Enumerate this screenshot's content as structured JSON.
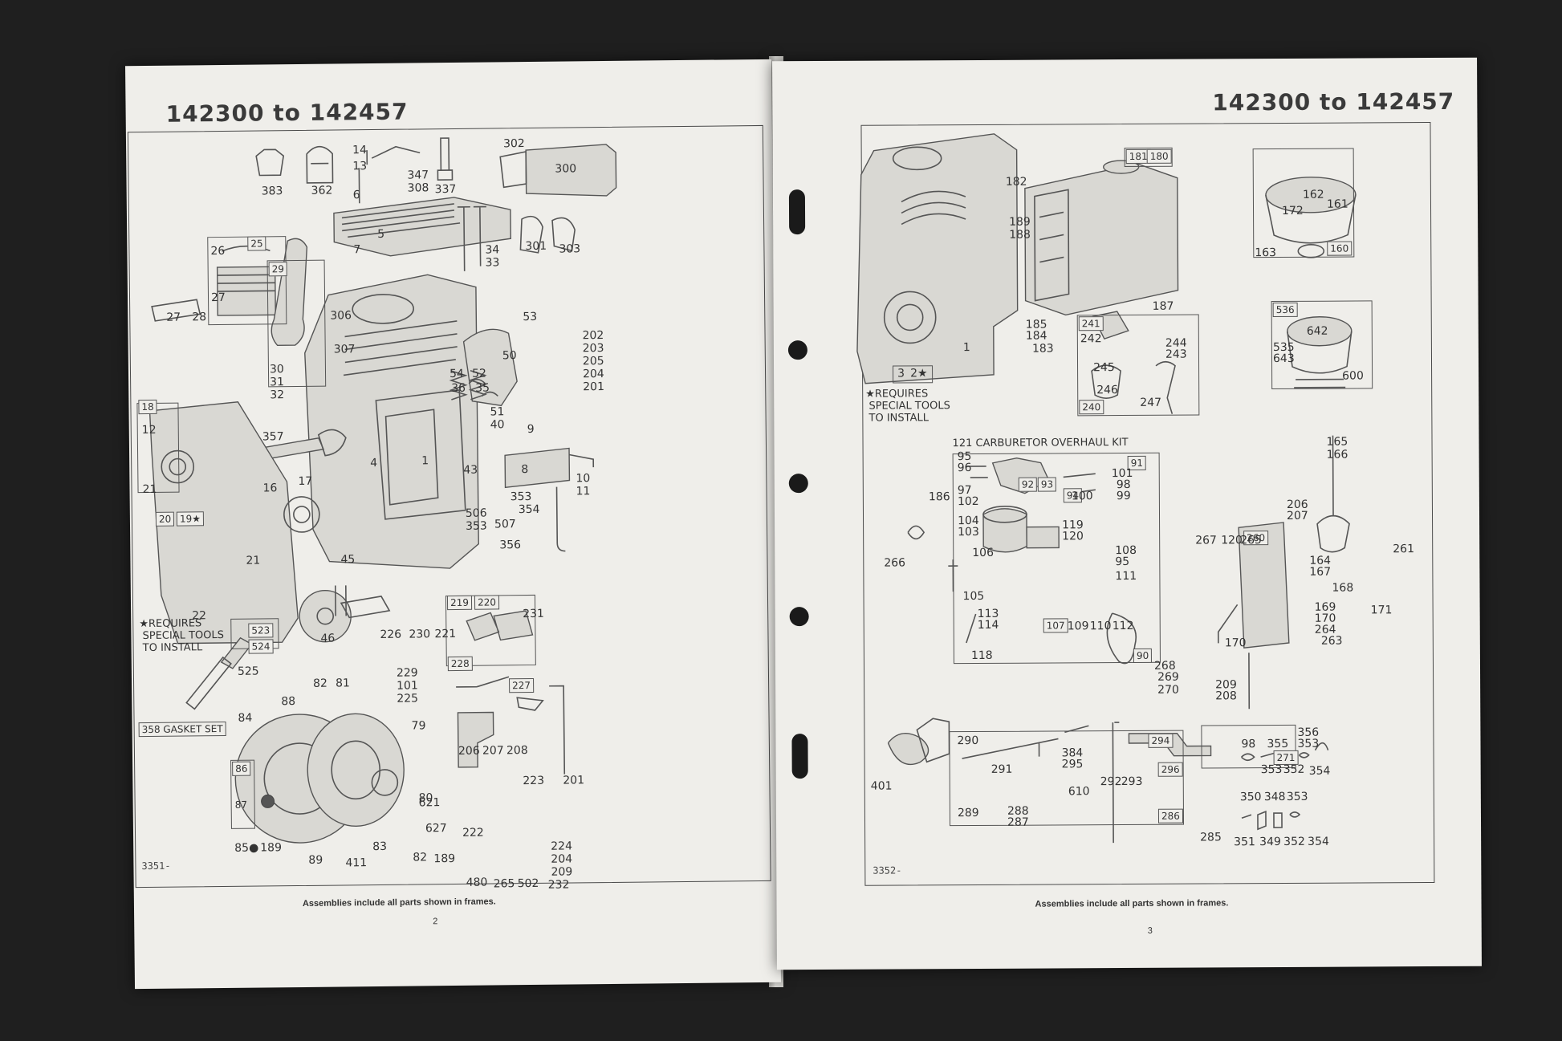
{
  "colors": {
    "background": "#1f1f1f",
    "paper": "#efeeea",
    "ink": "#3a3a3a"
  },
  "left": {
    "header": "142300 to 142457",
    "frames": {
      "f25": "25",
      "f29": "29",
      "f18": "18",
      "f20": "20",
      "f19": "19★",
      "f523": "523",
      "f524": "524",
      "f219": "219",
      "f220": "220",
      "f227": "227",
      "f228": "228",
      "f86": "86",
      "f87": "87",
      "f4": "4",
      "f8": "8",
      "f1": "1",
      "f5": "5"
    },
    "gasket_set": "358 GASKET SET",
    "note": "★REQUIRES\n SPECIAL TOOLS\n TO INSTALL",
    "labels": {
      "l383": "383",
      "l362": "362",
      "l14": "14",
      "l13": "13",
      "l6": "6",
      "l7": "7",
      "l347": "347",
      "l308": "308",
      "l337": "337",
      "l302": "302",
      "l300": "300",
      "l301": "301",
      "l303": "303",
      "l34": "34",
      "l33": "33",
      "l26": "26",
      "l27a": "27",
      "l27b": "27",
      "l28": "28",
      "l306": "306",
      "l307": "307",
      "l30": "30",
      "l31": "31",
      "l32": "32",
      "l53": "53",
      "l202": "202",
      "l203": "203",
      "l205": "205",
      "l204": "204",
      "l201a": "201",
      "l50": "50",
      "l54": "54",
      "l52": "52",
      "l36": "36",
      "l35": "35",
      "l51": "51",
      "l40": "40",
      "l43": "43",
      "l9": "9",
      "l10": "10",
      "l11": "11",
      "l357": "357",
      "l12": "12",
      "l16": "16",
      "l17": "17",
      "l21a": "21",
      "l21b": "21",
      "l22": "22",
      "l353a": "353",
      "l354a": "354",
      "l506": "506",
      "l353b": "353",
      "l507": "507",
      "l356": "356",
      "l45": "45",
      "l46": "46",
      "l231": "231",
      "l226": "226",
      "l230": "230",
      "l221": "221",
      "l229": "229",
      "l101": "101",
      "l225": "225",
      "l525": "525",
      "l82a": "82",
      "l81": "81",
      "l88": "88",
      "l84": "84",
      "l79": "79",
      "l80": "80",
      "l85": "85●",
      "l189a": "189",
      "l89": "89",
      "l411": "411",
      "l83": "83",
      "l82b": "82",
      "l189b": "189",
      "l206": "206",
      "l207": "207",
      "l208": "208",
      "l223": "223",
      "l201b": "201",
      "l621": "621",
      "l627": "627",
      "l222": "222",
      "l224": "224",
      "l204b": "204",
      "l209": "209",
      "l232": "232",
      "l480": "480",
      "l265": "265",
      "l502": "502"
    },
    "figure_code": "3351-",
    "footer": "Assemblies include all parts shown in frames.",
    "page_number": "2"
  },
  "right": {
    "header": "142300 to 142457",
    "frames": {
      "f181": "181",
      "f180": "180",
      "f162": "162",
      "f160": "160",
      "f3": "3",
      "f2": "2★",
      "f241": "241",
      "f240": "240",
      "f536": "536",
      "f642": "642",
      "f91": "91",
      "f92": "92",
      "f93": "93",
      "f94": "94",
      "f107": "107",
      "f90": "90",
      "f260": "260",
      "f294": "294",
      "f296": "296",
      "f286": "286",
      "f271": "271"
    },
    "carb_kit": "121 CARBURETOR OVERHAUL KIT",
    "note": "★REQUIRES\n SPECIAL TOOLS\n TO INSTALL",
    "labels": {
      "l182": "182",
      "l189": "189",
      "l188": "188",
      "l172": "172",
      "l161": "161",
      "l163": "163",
      "l1": "1",
      "l187": "187",
      "l185": "185",
      "l184": "184",
      "l183": "183",
      "l242": "242",
      "l244": "244",
      "l243": "243",
      "l245": "245",
      "l246": "246",
      "l247": "247",
      "l535": "535",
      "l643": "643",
      "l600": "600",
      "l95a": "95",
      "l96": "96",
      "l97": "97",
      "l102": "102",
      "l101": "101",
      "l98": "98",
      "l99": "99",
      "l100": "100",
      "l186": "186",
      "l104": "104",
      "l103": "103",
      "l119": "119",
      "l120a": "120",
      "l106": "106",
      "l108": "108",
      "l95b": "95",
      "l111": "111",
      "l105": "105",
      "l113": "113",
      "l114": "114",
      "l109": "109",
      "l110": "110",
      "l112": "112",
      "l118": "118",
      "l266": "266",
      "l165": "165",
      "l166": "166",
      "l206": "206",
      "l207": "207",
      "l267": "267",
      "l120b": "120",
      "l265": "265",
      "l261": "261",
      "l164": "164",
      "l167": "167",
      "l168": "168",
      "l169": "169",
      "l170a": "170",
      "l264": "264",
      "l263": "263",
      "l171": "171",
      "l170b": "170",
      "l268": "268",
      "l269": "269",
      "l270": "270",
      "l209": "209",
      "l208": "208",
      "l401": "401",
      "l290": "290",
      "l291": "291",
      "l384": "384",
      "l295": "295",
      "l610": "610",
      "l292": "292",
      "l293": "293",
      "l289": "289",
      "l288": "288",
      "l287": "287",
      "l285": "285",
      "l98b": "98",
      "l355": "355",
      "l356": "356",
      "l353a": "353",
      "l353b": "353",
      "l352a": "352",
      "l354a": "354",
      "l350": "350",
      "l348": "348",
      "l353c": "353",
      "l351": "351",
      "l349": "349",
      "l352b": "352",
      "l354b": "354"
    },
    "figure_code": "3352-",
    "footer": "Assemblies include all parts shown in frames.",
    "page_number": "3"
  }
}
